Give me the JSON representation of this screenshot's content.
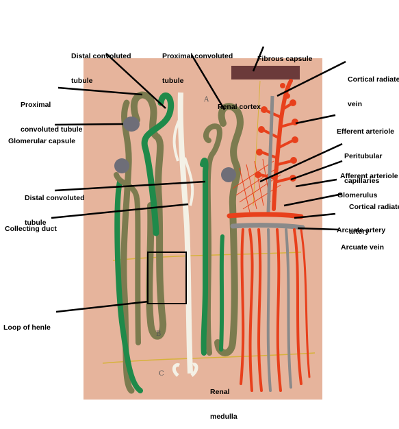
{
  "labels": {
    "distal_top": [
      "Distal convoluted",
      "tubule"
    ],
    "proximal_top": [
      "Proximal convoluted",
      "tubule"
    ],
    "fibrous_capsule": [
      "Fibrous capsule"
    ],
    "cortical_radiate_vein": [
      "Cortical radiate",
      "vein"
    ],
    "proximal_left": [
      "Proximal",
      "convoluted tubule"
    ],
    "renal_cortex": [
      "Renal cortex"
    ],
    "glomerular_capsule": [
      "Glomerular capsule"
    ],
    "efferent_arteriole": [
      "Efferent arteriole"
    ],
    "peritubular_capillaries": [
      "Peritubular",
      "capillaries"
    ],
    "afferent_arteriole": [
      "Afferent arteriole"
    ],
    "distal_left": [
      "Distal convoluted",
      "tubule"
    ],
    "glomerulus": [
      "Glomerulus"
    ],
    "cortical_radiate_artery": [
      "Cortical radiate",
      "artery"
    ],
    "collecting_duct": [
      "Collecting duct"
    ],
    "arcuate_artery": [
      "Arcuate artery"
    ],
    "arcuate_vein": [
      "Arcuate vein"
    ],
    "loop_of_henle": [
      "Loop of henle"
    ],
    "renal_medulla": [
      "Renal",
      "medulla"
    ]
  },
  "model_marks": {
    "zone_a": "A",
    "zone_b": "B",
    "zone_c": "C"
  },
  "colors": {
    "board": "#e8b8a0",
    "nephron": "#7a7a4e",
    "distal": "#1f8a4a",
    "collecting": "#f3f0e6",
    "artery": "#e8401c",
    "vein": "#8a8a8a",
    "capsule": "#6e6e78"
  }
}
